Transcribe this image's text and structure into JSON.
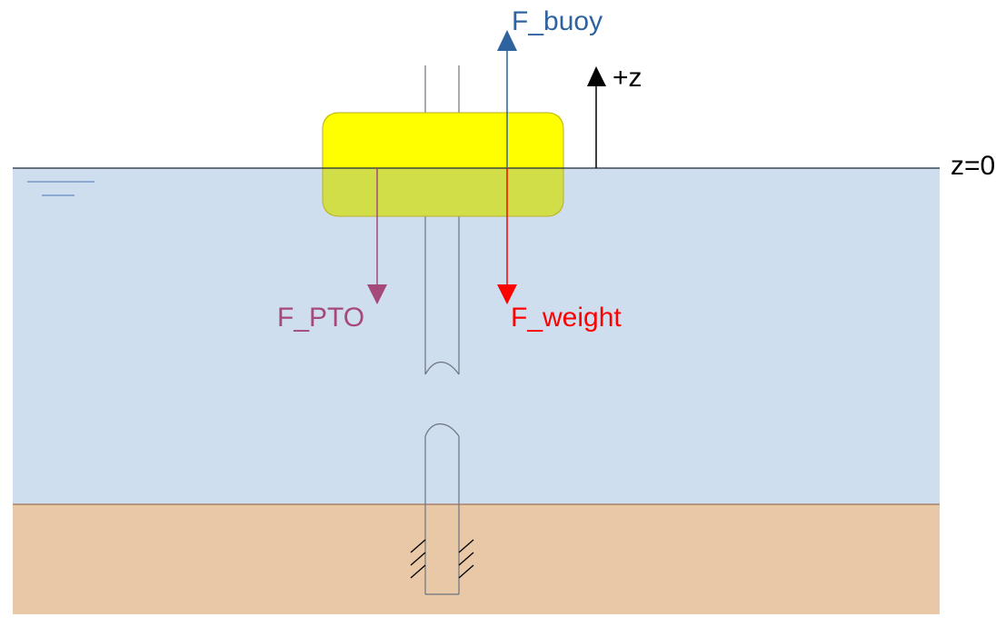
{
  "labels": {
    "f_buoy": "F_buoy",
    "z_axis": "+z",
    "z_zero": "z=0",
    "f_pto": "F_PTO",
    "f_weight": "F_weight"
  },
  "colors": {
    "water": "#cfdeee",
    "seabed": "#e9c8a8",
    "buoy_above": "#ffff00",
    "buoy_below": "#d2de48",
    "f_buoy": "#2f63a0",
    "f_pto": "#a5487a",
    "f_weight": "#ff0000",
    "z_axis": "#000000",
    "pile_line": "#6b7480"
  }
}
